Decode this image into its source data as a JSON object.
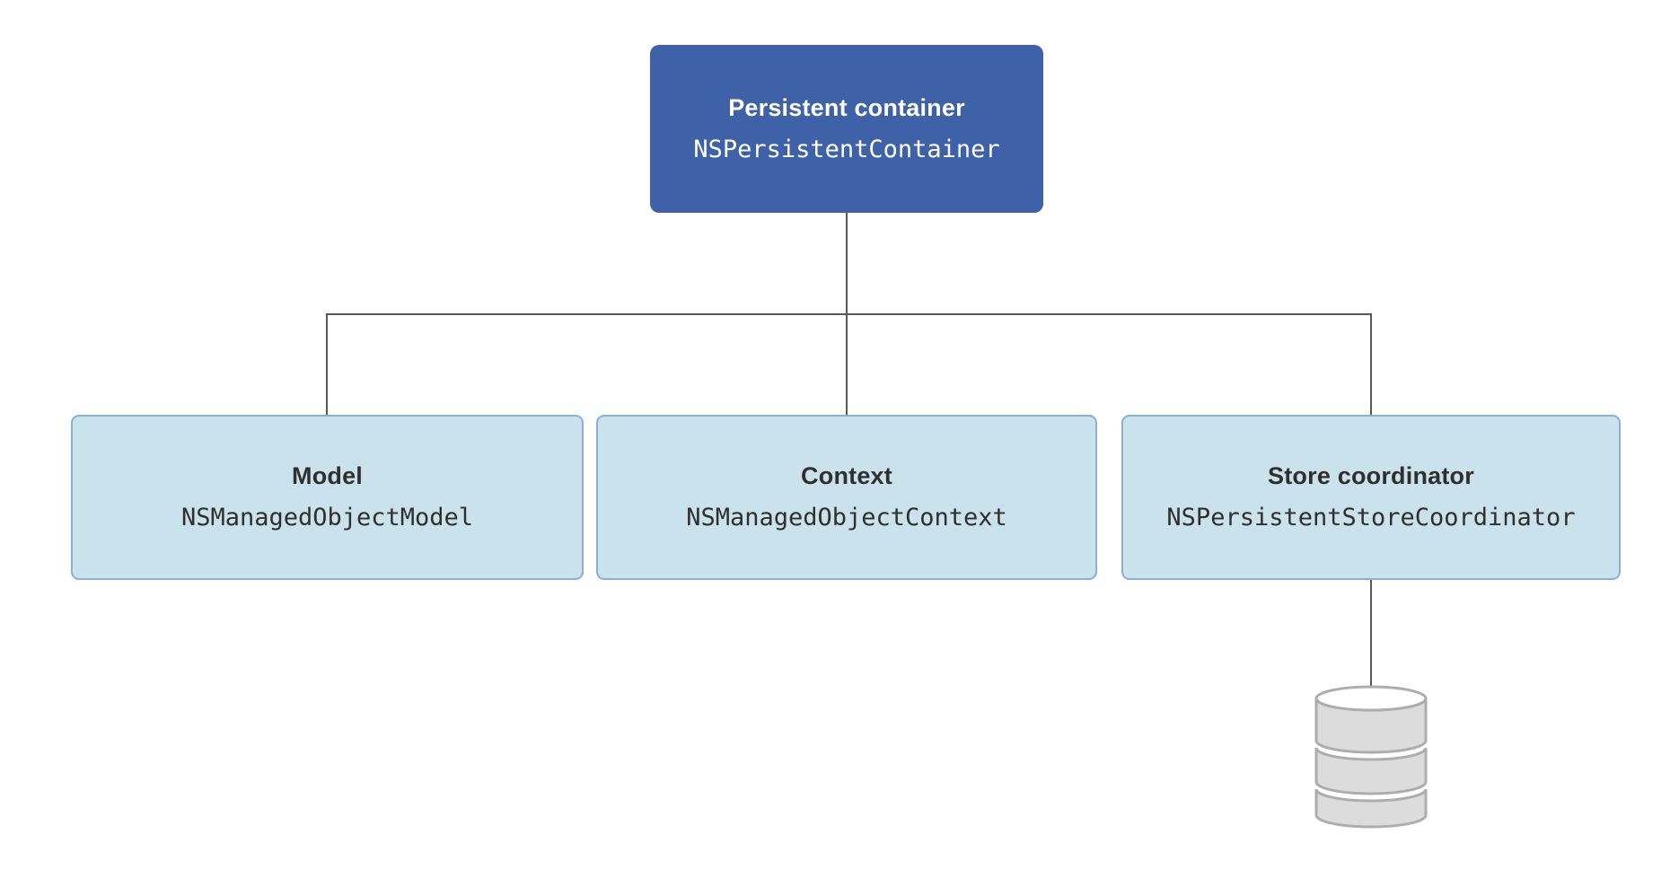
{
  "diagram": {
    "root": {
      "title": "Persistent container",
      "code": "NSPersistentContainer"
    },
    "children": [
      {
        "title": "Model",
        "code": "NSManagedObjectModel"
      },
      {
        "title": "Context",
        "code": "NSManagedObjectContext"
      },
      {
        "title": "Store coordinator",
        "code": "NSPersistentStoreCoordinator"
      }
    ],
    "icons": {
      "store": "database-cylinder-icon"
    },
    "colors": {
      "root_fill": "#3E61A7",
      "root_text": "#FFFFFF",
      "child_fill": "#C9E2EC",
      "child_border": "#8BAFD7",
      "child_text": "#2F2F31",
      "connector_line": "#58585B",
      "cylinder_fill": "#DCDCDC",
      "cylinder_stroke": "#ADADAD",
      "background": "#FFFFFF"
    }
  }
}
